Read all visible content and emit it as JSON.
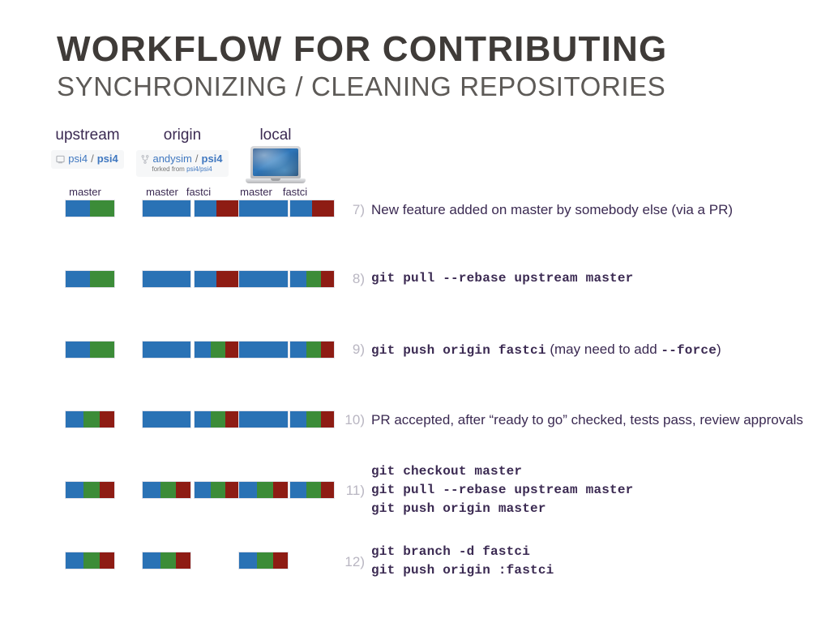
{
  "title": {
    "main": "WORKFLOW FOR CONTRIBUTING",
    "sub": "SYNCHRONIZING / CLEANING REPOSITORIES"
  },
  "columns": [
    {
      "name": "upstream",
      "icon": "repo-icon",
      "owner": "psi4",
      "separator": "/",
      "repo": "psi4",
      "forked_from": null,
      "branches": [
        "master"
      ]
    },
    {
      "name": "origin",
      "icon": "fork-icon",
      "owner": "andysim",
      "separator": "/",
      "repo": "psi4",
      "forked_from_prefix": "forked from",
      "forked_from": "psi4/psi4",
      "branches": [
        "master",
        "fastci"
      ]
    },
    {
      "name": "local",
      "icon": "laptop-icon",
      "branches": [
        "master",
        "fastci"
      ]
    }
  ],
  "colors": {
    "blue": "#2a72b5",
    "green": "#3c8c38",
    "red": "#8e1c14",
    "title": "#3f3b38",
    "subtitle": "#5d5a57",
    "text": "#3b2a52",
    "step_number": "#b9b6c2",
    "link": "#4078c0"
  },
  "steps": [
    {
      "number": "7)",
      "kind": "prose",
      "text": "New feature added on master by somebody else (via a PR)",
      "bars": {
        "upstream_master": [
          "blue",
          "green"
        ],
        "origin_master": [
          "blue"
        ],
        "origin_fastci": [
          "blue",
          "red"
        ],
        "local_master": [
          "blue"
        ],
        "local_fastci": [
          "blue",
          "red"
        ]
      }
    },
    {
      "number": "8)",
      "kind": "command",
      "lines": [
        "git pull --rebase upstream master"
      ],
      "bars": {
        "upstream_master": [
          "blue",
          "green"
        ],
        "origin_master": [
          "blue"
        ],
        "origin_fastci": [
          "blue",
          "red"
        ],
        "local_master": [
          "blue"
        ],
        "local_fastci": [
          "blue",
          "green",
          "red"
        ]
      }
    },
    {
      "number": "9)",
      "kind": "command-with-note",
      "command": "git push origin fastci",
      "note_prefix": " (may need to add ",
      "note_code": "--force",
      "note_suffix": ")",
      "bars": {
        "upstream_master": [
          "blue",
          "green"
        ],
        "origin_master": [
          "blue"
        ],
        "origin_fastci": [
          "blue",
          "green",
          "red"
        ],
        "local_master": [
          "blue"
        ],
        "local_fastci": [
          "blue",
          "green",
          "red"
        ]
      }
    },
    {
      "number": "10)",
      "kind": "prose",
      "text": "PR accepted, after “ready to go” checked, tests pass, review approvals",
      "bars": {
        "upstream_master": [
          "blue",
          "green",
          "red"
        ],
        "origin_master": [
          "blue"
        ],
        "origin_fastci": [
          "blue",
          "green",
          "red"
        ],
        "local_master": [
          "blue"
        ],
        "local_fastci": [
          "blue",
          "green",
          "red"
        ]
      }
    },
    {
      "number": "11)",
      "kind": "command",
      "lines": [
        "git checkout master",
        "git pull --rebase upstream master",
        "git push origin master"
      ],
      "bars": {
        "upstream_master": [
          "blue",
          "green",
          "red"
        ],
        "origin_master": [
          "blue",
          "green",
          "red"
        ],
        "origin_fastci": [
          "blue",
          "green",
          "red"
        ],
        "local_master": [
          "blue",
          "green",
          "red"
        ],
        "local_fastci": [
          "blue",
          "green",
          "red"
        ]
      }
    },
    {
      "number": "12)",
      "kind": "command",
      "lines": [
        "git branch -d fastci",
        "git push origin :fastci"
      ],
      "bars": {
        "upstream_master": [
          "blue",
          "green",
          "red"
        ],
        "origin_master": [
          "blue",
          "green",
          "red"
        ],
        "origin_fastci": null,
        "local_master": [
          "blue",
          "green",
          "red"
        ],
        "local_fastci": null
      }
    }
  ]
}
